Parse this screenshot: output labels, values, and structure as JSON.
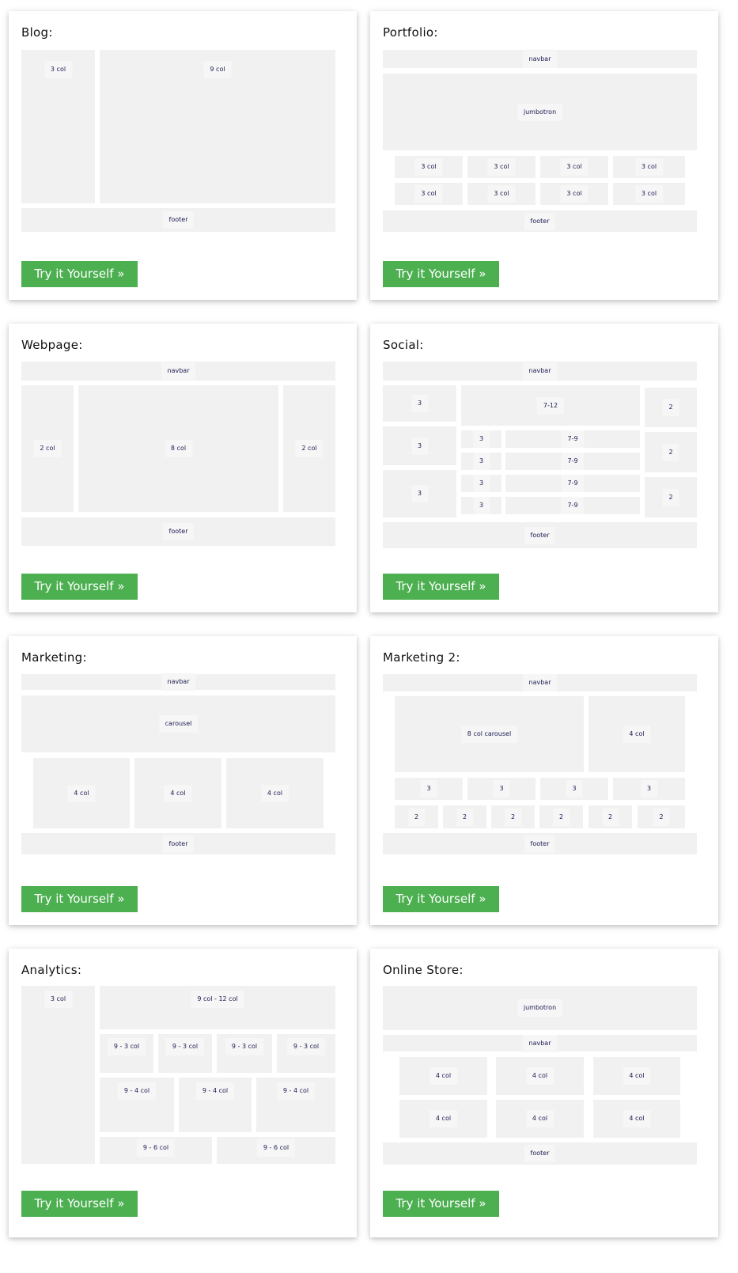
{
  "cta_label": "Try it Yourself »",
  "colors": {
    "button": "#4caf50",
    "block": "#f1f1f1",
    "label_text": "#1a1a52"
  },
  "cards": {
    "blog": {
      "title": "Blog:",
      "col3": "3 col",
      "col9": "9 col",
      "footer": "footer"
    },
    "portfolio": {
      "title": "Portfolio:",
      "navbar": "navbar",
      "jumbotron": "jumbotron",
      "col3": "3 col",
      "footer": "footer"
    },
    "webpage": {
      "title": "Webpage:",
      "navbar": "navbar",
      "col2": "2 col",
      "col8": "8 col",
      "footer": "footer"
    },
    "social": {
      "title": "Social:",
      "navbar": "navbar",
      "n3": "3",
      "n7_12": "7-12",
      "n2": "2",
      "n7_9": "7-9",
      "footer": "footer"
    },
    "marketing": {
      "title": "Marketing:",
      "navbar": "navbar",
      "carousel": "carousel",
      "col4": "4 col",
      "footer": "footer"
    },
    "marketing2": {
      "title": "Marketing 2:",
      "navbar": "navbar",
      "carousel": "8 col carousel",
      "col4": "4 col",
      "n3": "3",
      "n2": "2",
      "footer": "footer"
    },
    "analytics": {
      "title": "Analytics:",
      "col3": "3 col",
      "top": "9 col - 12 col",
      "r1": "9 - 3 col",
      "r2": "9 - 4 col",
      "r3": "9 - 6 col"
    },
    "store": {
      "title": "Online Store:",
      "jumbotron": "jumbotron",
      "navbar": "navbar",
      "col4": "4 col",
      "footer": "footer"
    }
  }
}
